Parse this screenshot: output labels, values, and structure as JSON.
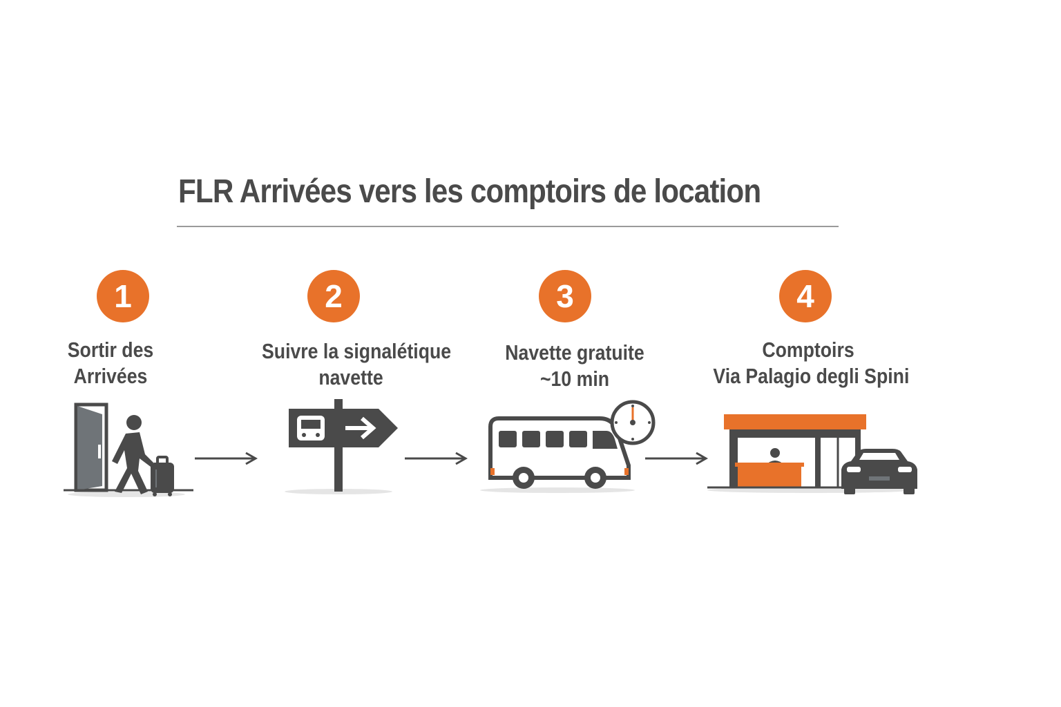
{
  "title": "FLR Arrivées vers les comptoirs de location",
  "colors": {
    "accent": "#e8722a",
    "dark": "#4a4a4a",
    "grey": "#6f7478"
  },
  "steps": [
    {
      "number": "1",
      "lines": [
        "Sortir des",
        "Arrivées"
      ],
      "icon": "door-traveler-luggage-icon"
    },
    {
      "number": "2",
      "lines": [
        "Suivre la signalétique",
        "navette"
      ],
      "icon": "bus-sign-arrow-icon"
    },
    {
      "number": "3",
      "lines": [
        "Navette gratuite",
        "~10 min"
      ],
      "icon": "shuttle-bus-clock-icon"
    },
    {
      "number": "4",
      "lines": [
        "Comptoirs",
        "Via Palagio degli Spini"
      ],
      "icon": "rental-counter-car-icon"
    }
  ]
}
